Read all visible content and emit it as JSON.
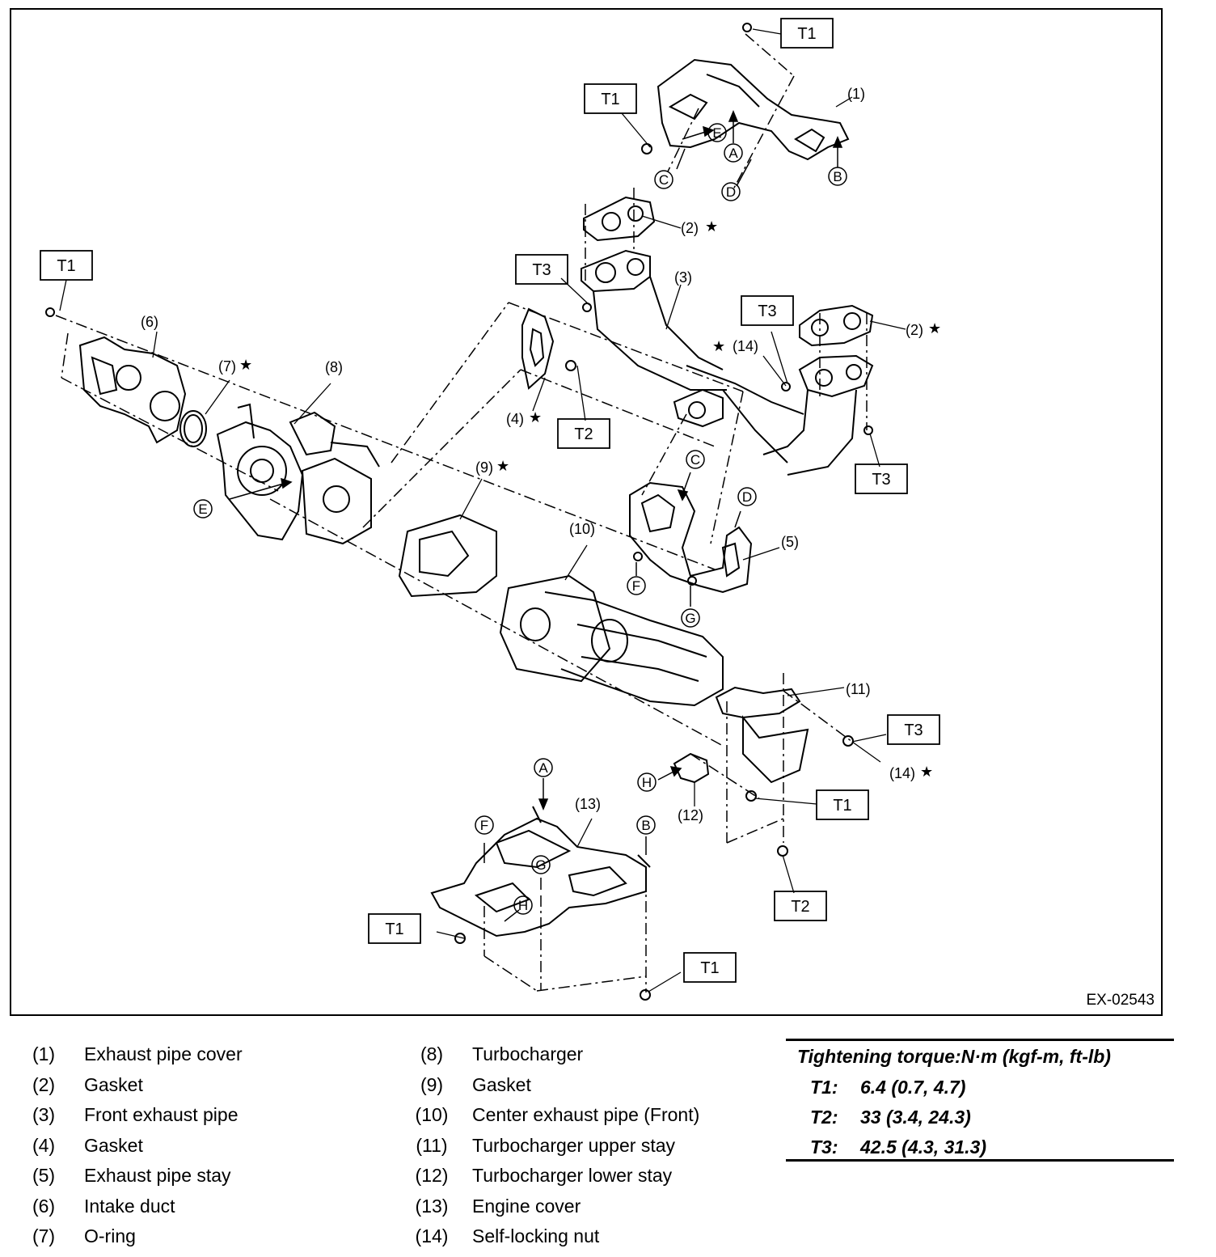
{
  "figure": {
    "code": "EX-02543",
    "torque_tags": [
      "T1",
      "T2",
      "T3"
    ],
    "ref_letters": [
      "A",
      "B",
      "C",
      "D",
      "E",
      "F",
      "G",
      "H"
    ],
    "callouts": {
      "c1": "(1)",
      "c2a": "(2)",
      "c2b": "(2)",
      "c3": "(3)",
      "c4": "(4)",
      "c5": "(5)",
      "c6": "(6)",
      "c7": "(7)",
      "c8": "(8)",
      "c9": "(9)",
      "c10": "(10)",
      "c11": "(11)",
      "c12": "(12)",
      "c13": "(13)",
      "c14a": "(14)",
      "c14b": "(14)"
    },
    "star": "★"
  },
  "legend": {
    "items": [
      {
        "num": "(1)",
        "name": "Exhaust pipe cover"
      },
      {
        "num": "(2)",
        "name": "Gasket"
      },
      {
        "num": "(3)",
        "name": "Front exhaust pipe"
      },
      {
        "num": "(4)",
        "name": "Gasket"
      },
      {
        "num": "(5)",
        "name": "Exhaust pipe stay"
      },
      {
        "num": "(6)",
        "name": "Intake duct"
      },
      {
        "num": "(7)",
        "name": "O-ring"
      },
      {
        "num": "(8)",
        "name": "Turbocharger"
      },
      {
        "num": "(9)",
        "name": "Gasket"
      },
      {
        "num": "(10)",
        "name": "Center exhaust pipe (Front)"
      },
      {
        "num": "(11)",
        "name": "Turbocharger upper stay"
      },
      {
        "num": "(12)",
        "name": "Turbocharger lower stay"
      },
      {
        "num": "(13)",
        "name": "Engine cover"
      },
      {
        "num": "(14)",
        "name": "Self-locking nut"
      }
    ]
  },
  "torque": {
    "title": "Tightening torque:N·m (kgf-m, ft-lb)",
    "rows": [
      {
        "key": "T1:",
        "value": "6.4 (0.7, 4.7)"
      },
      {
        "key": "T2:",
        "value": "33 (3.4, 24.3)"
      },
      {
        "key": "T3:",
        "value": "42.5 (4.3, 31.3)"
      }
    ]
  }
}
